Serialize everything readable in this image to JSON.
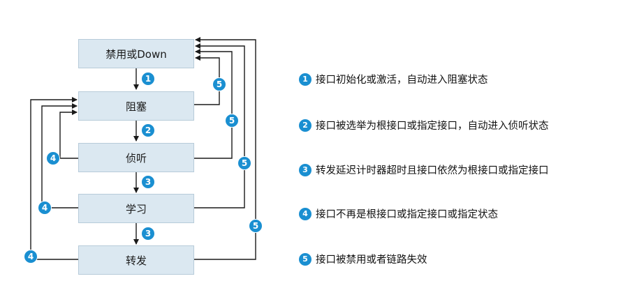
{
  "states": [
    {
      "id": "disabled",
      "label": "禁用或Down"
    },
    {
      "id": "blocking",
      "label": "阻塞"
    },
    {
      "id": "listening",
      "label": "侦听"
    },
    {
      "id": "learning",
      "label": "学习"
    },
    {
      "id": "forwarding",
      "label": "转发"
    }
  ],
  "badges": {
    "b1": "1",
    "b2": "2",
    "b3a": "3",
    "b3b": "3",
    "b4a": "4",
    "b4b": "4",
    "b4c": "4",
    "b5a": "5",
    "b5b": "5",
    "b5c": "5",
    "b5d": "5"
  },
  "legend": [
    {
      "num": "1",
      "text": "接口初始化或激活，自动进入阻塞状态"
    },
    {
      "num": "2",
      "text": "接口被选举为根接口或指定接口，自动进入侦听状态"
    },
    {
      "num": "3",
      "text": "转发延迟计时器超时且接口依然为根接口或指定接口"
    },
    {
      "num": "4",
      "text": "接口不再是根接口或指定接口或指定状态"
    },
    {
      "num": "5",
      "text": "接口被禁用或者链路失效"
    }
  ],
  "colors": {
    "box_fill": "#dbe8f1",
    "badge": "#1a8fd1",
    "line": "#1a1a1a"
  }
}
